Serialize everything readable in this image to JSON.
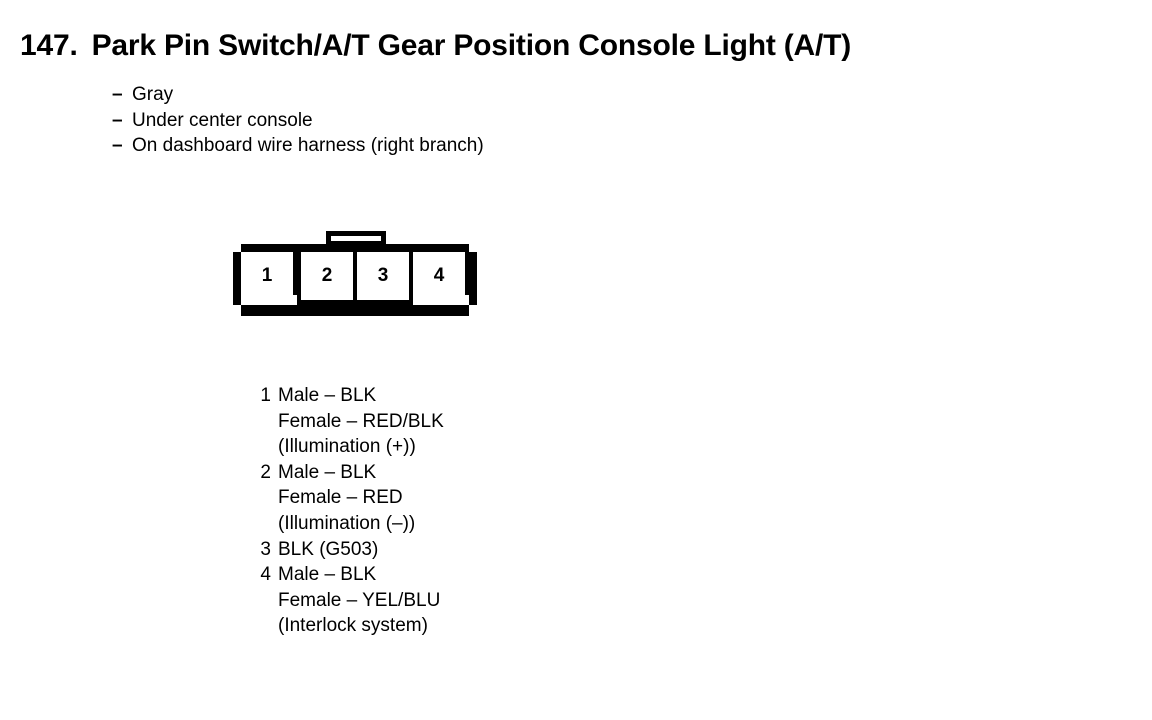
{
  "page": {
    "title_number": "147.",
    "title_text": "Park Pin Switch/A/T Gear Position Console Light (A/T)"
  },
  "attributes": {
    "dash": "–",
    "items": [
      "Gray",
      "Under center console",
      "On dashboard wire harness (right branch)"
    ]
  },
  "connector": {
    "name": "4-pin connector face view",
    "cells": [
      {
        "number": "1"
      },
      {
        "number": "2"
      },
      {
        "number": "3"
      },
      {
        "number": "4"
      }
    ]
  },
  "pins": [
    {
      "number": "1",
      "lines": [
        "Male – BLK",
        "Female – RED/BLK",
        "(Illumination (+))"
      ]
    },
    {
      "number": "2",
      "lines": [
        "Male – BLK",
        "Female – RED",
        "(Illumination (–))"
      ]
    },
    {
      "number": "3",
      "lines": [
        "BLK (G503)"
      ]
    },
    {
      "number": "4",
      "lines": [
        "Male – BLK",
        "Female – YEL/BLU",
        "(Interlock system)"
      ]
    }
  ],
  "colors": {
    "ink": "#000000",
    "paper": "#ffffff"
  }
}
